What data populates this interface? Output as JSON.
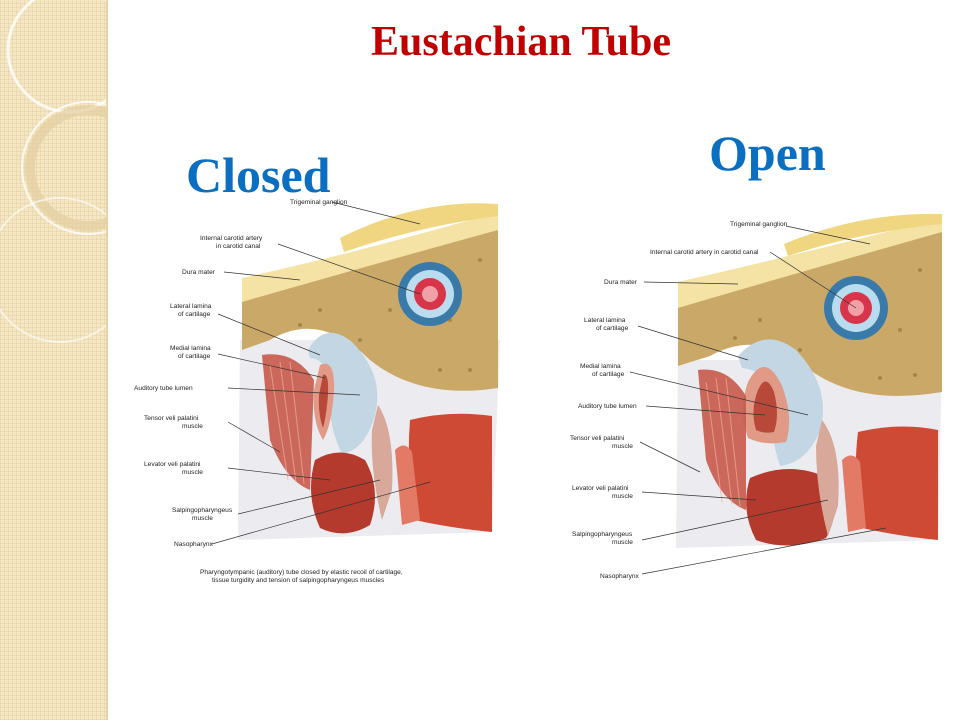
{
  "title": "Eustachian Tube",
  "colors": {
    "title": "#c00000",
    "state_label": "#0a6fc0",
    "band": "#f5e6c4",
    "bone": "#c9a868",
    "yellow_dura": "#f2dc8c",
    "cartilage": "#bcd3e0",
    "muscle": "#c0392b",
    "vessel": "#d8344a"
  },
  "closed": {
    "label": "Closed",
    "annotations": [
      {
        "lines": [
          "Trigeminal ganglion"
        ]
      },
      {
        "lines": [
          "Internal carotid artery",
          "in carotid canal"
        ]
      },
      {
        "lines": [
          "Dura mater"
        ]
      },
      {
        "lines": [
          "Lateral lamina",
          "of cartilage"
        ]
      },
      {
        "lines": [
          "Medial lamina",
          "of cartilage"
        ]
      },
      {
        "lines": [
          "Auditory tube lumen"
        ]
      },
      {
        "lines": [
          "Tensor veli palatini",
          "muscle"
        ]
      },
      {
        "lines": [
          "Levator veli palatini",
          "muscle"
        ]
      },
      {
        "lines": [
          "Salpingopharyngeus",
          "muscle"
        ]
      },
      {
        "lines": [
          "Nasopharynx"
        ]
      }
    ],
    "caption": [
      "Pharyngotympanic (auditory) tube closed by elastic recoil of cartilage,",
      "tissue turgidity and tension of salpingopharyngeus muscles"
    ]
  },
  "open": {
    "label": "Open",
    "annotations": [
      {
        "lines": [
          "Trigeminal ganglion"
        ]
      },
      {
        "lines": [
          "Internal carotid artery in carotid canal"
        ]
      },
      {
        "lines": [
          "Dura mater"
        ]
      },
      {
        "lines": [
          "Lateral lamina",
          "of cartilage"
        ]
      },
      {
        "lines": [
          "Medial lamina",
          "of cartilage"
        ]
      },
      {
        "lines": [
          "Auditory tube lumen"
        ]
      },
      {
        "lines": [
          "Tensor veli palatini",
          "muscle"
        ]
      },
      {
        "lines": [
          "Levator veli palatini",
          "muscle"
        ]
      },
      {
        "lines": [
          "Salpingopharyngeus",
          "muscle"
        ]
      },
      {
        "lines": [
          "Nasopharynx"
        ]
      }
    ]
  }
}
